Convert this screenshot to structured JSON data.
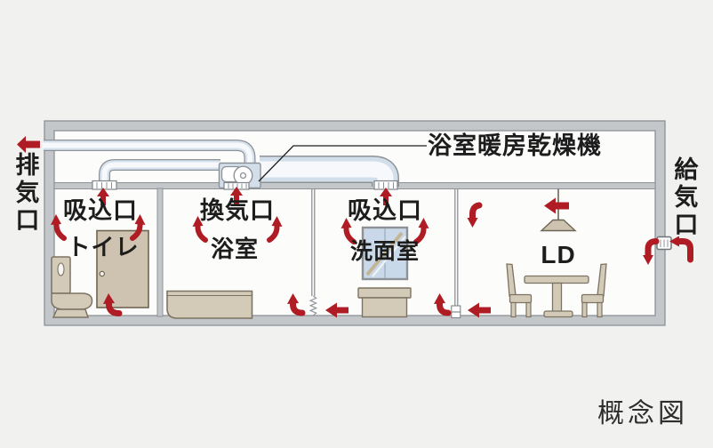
{
  "page": {
    "background": "#f1f1ef",
    "caption": "概念図"
  },
  "diagram": {
    "unit_label": "浴室暖房乾燥機",
    "exhaust_label": "排気口",
    "supply_label": "給気口",
    "ports": {
      "toilet_inlet": "吸込口",
      "bath_vent": "換気口",
      "washroom_inlet": "吸込口"
    },
    "rooms": [
      {
        "id": "toilet",
        "label": "トイレ"
      },
      {
        "id": "bathroom",
        "label": "浴室"
      },
      {
        "id": "washroom",
        "label": "洗面室"
      },
      {
        "id": "living-dining",
        "label": "LD"
      }
    ],
    "colors": {
      "airflow_arrow": "#b01c24",
      "duct_fill": "#d2dfeb",
      "duct_lumen": "#f6f8fb",
      "wall": "#c4c7c9",
      "wall_line": "#8e9296",
      "furniture": "#d3cab7",
      "text": "#1d1d1d"
    }
  }
}
